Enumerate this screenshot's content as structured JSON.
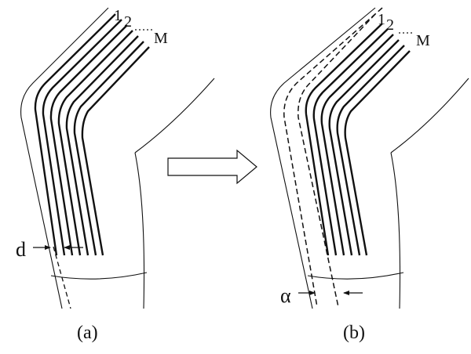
{
  "panel_a": {
    "caption": "(a)",
    "label_first": "1",
    "label_second": "2",
    "label_dots": "···",
    "label_last": "M",
    "spacing_label": "d"
  },
  "panel_b": {
    "caption": "(b)",
    "label_first": "1",
    "label_second": "2",
    "label_dots": "···",
    "label_last": "M",
    "angle_label": "α"
  },
  "colors": {
    "stroke": "#111111",
    "background": "#ffffff"
  }
}
